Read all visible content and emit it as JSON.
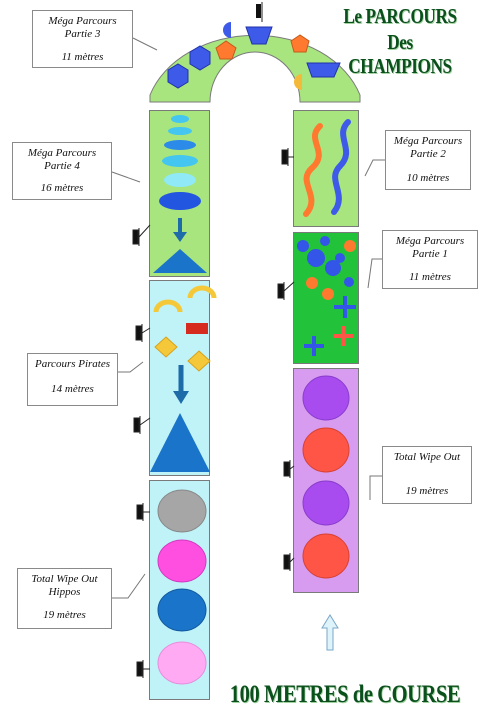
{
  "title": {
    "line1": "Le PARCOURS",
    "line2": "Des CHAMPIONS"
  },
  "footer": {
    "label": "100 METRES de COURSE"
  },
  "segments": [
    {
      "id": "mega3",
      "name": "Méga Parcours\nPartie 3",
      "length": "11 mètres"
    },
    {
      "id": "mega4",
      "name": "Méga Parcours\nPartie 4",
      "length": "16 mètres"
    },
    {
      "id": "mega2",
      "name": "Méga Parcours\nPartie 2",
      "length": "10 mètres"
    },
    {
      "id": "mega1",
      "name": "Méga Parcours\nPartie 1",
      "length": "11 mètres"
    },
    {
      "id": "pirates",
      "name": "Parcours Pirates",
      "length": "14 mètres"
    },
    {
      "id": "twoHippos",
      "name": "Total Wipe Out\nHippos",
      "length": "19 mètres"
    },
    {
      "id": "two",
      "name": "Total Wipe Out",
      "length": "19 mètres"
    }
  ],
  "colors": {
    "greenLight": "#a8e57f",
    "greenBright": "#22c33a",
    "cyanLight": "#bff3f8",
    "violet": "#d79cf0",
    "blue": "#3366e8",
    "orange": "#ff7a2e",
    "red": "#ff5546",
    "purple": "#a84cf0",
    "yellow": "#f5c83a"
  }
}
